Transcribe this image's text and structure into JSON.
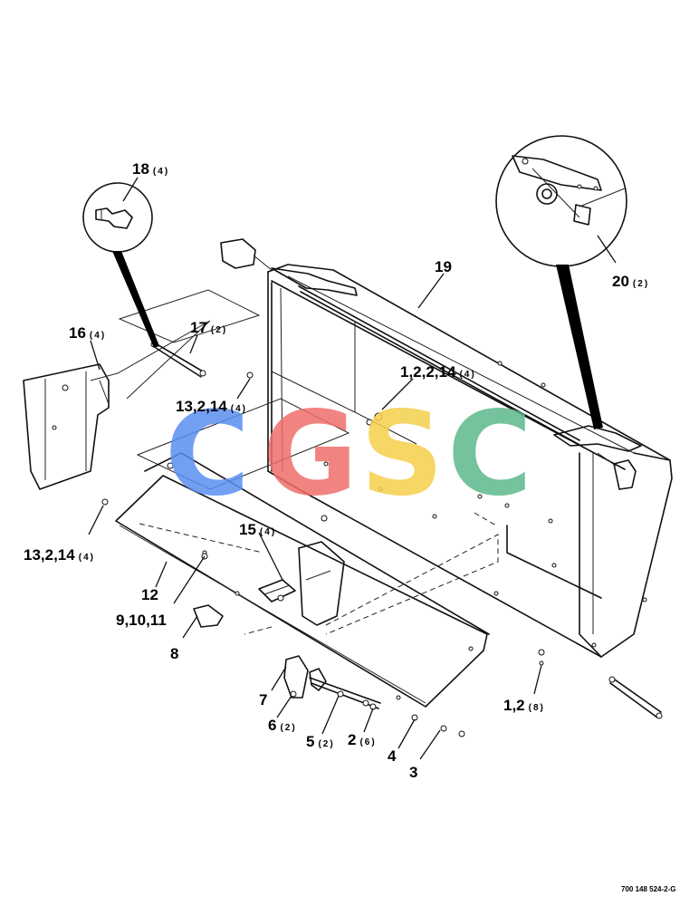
{
  "watermark": {
    "letters": [
      {
        "char": "C",
        "color": "#5b8ff0"
      },
      {
        "char": "G",
        "color": "#ef6f6a"
      },
      {
        "char": "S",
        "color": "#f5d04a"
      },
      {
        "char": "C",
        "color": "#5cb98d"
      }
    ],
    "opacity": 0.85
  },
  "callouts": {
    "c18": {
      "num": "18",
      "qty": "(4)"
    },
    "c17": {
      "num": "17",
      "qty": "(2)"
    },
    "c16": {
      "num": "16",
      "qty": "(4)"
    },
    "c19": {
      "num": "19",
      "qty": ""
    },
    "c20": {
      "num": "20",
      "qty": "(2)"
    },
    "c1_2_2_14": {
      "num": "1,2,2,14",
      "qty": "(4)"
    },
    "c13_2_14_a": {
      "num": "13,2,14",
      "qty": "(4)"
    },
    "c13_2_14_b": {
      "num": "13,2,14",
      "qty": "(4)"
    },
    "c15": {
      "num": "15",
      "qty": "(4)"
    },
    "c12": {
      "num": "12",
      "qty": ""
    },
    "c9_10_11": {
      "num": "9,10,11",
      "qty": ""
    },
    "c8": {
      "num": "8",
      "qty": ""
    },
    "c7": {
      "num": "7",
      "qty": ""
    },
    "c6": {
      "num": "6",
      "qty": "(2)"
    },
    "c5": {
      "num": "5",
      "qty": "(2)"
    },
    "c2": {
      "num": "2",
      "qty": "(6)"
    },
    "c4": {
      "num": "4",
      "qty": ""
    },
    "c3": {
      "num": "3",
      "qty": ""
    },
    "c1_2": {
      "num": "1,2",
      "qty": "(8)"
    }
  },
  "document_number": "700 148 524-2-G"
}
